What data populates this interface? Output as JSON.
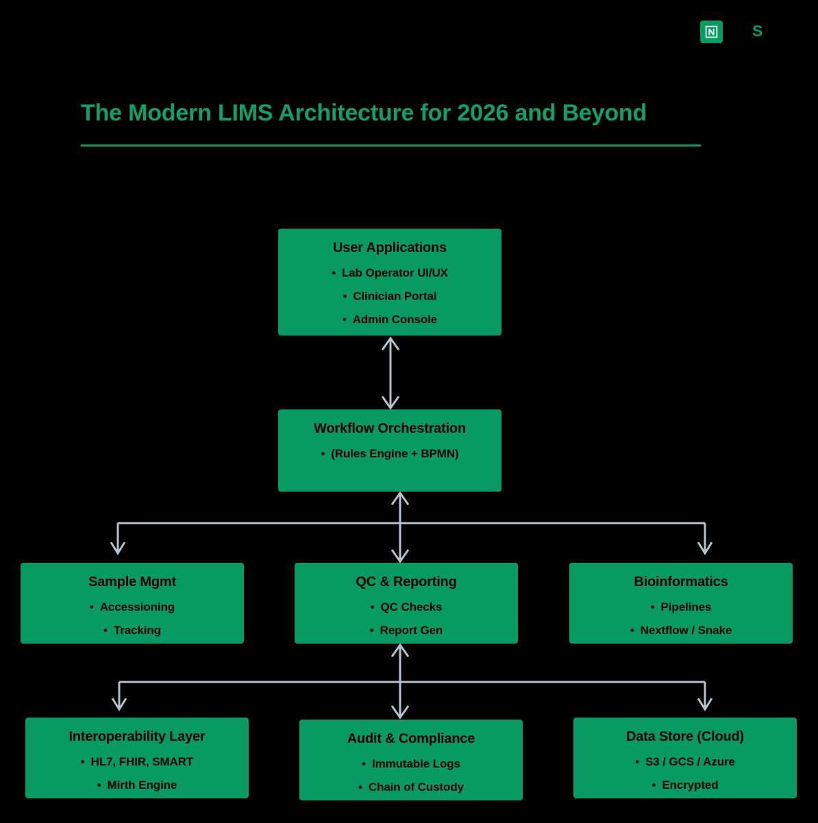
{
  "header": {
    "logo_icon": "notion-n-logo-icon",
    "logo_letter": "S",
    "logo_color": "#089a63"
  },
  "title": {
    "text": "The Modern LIMS Architecture for 2026 and Beyond",
    "color": "#12a06a"
  },
  "diagram": {
    "box_color": "#089a63",
    "connector_color": "#b6c3ce",
    "text_color": "#000000",
    "nodes": [
      {
        "id": "user-applications",
        "title": "User Applications",
        "items": [
          "Lab Operator UI/UX",
          "Clinician Portal",
          "Admin Console"
        ]
      },
      {
        "id": "workflow",
        "title": "Workflow Orchestration",
        "items": [
          "(Rules Engine + BPMN)"
        ]
      },
      {
        "id": "sample-mgmt",
        "title": "Sample Mgmt",
        "items": [
          "Accessioning",
          "Tracking"
        ]
      },
      {
        "id": "qc-reporting",
        "title": "QC & Reporting",
        "items": [
          "QC Checks",
          "Report Gen"
        ]
      },
      {
        "id": "bioinformatics",
        "title": "Bioinformatics",
        "items": [
          "Pipelines",
          "Nextflow / Snake"
        ]
      },
      {
        "id": "interoperability",
        "title": "Interoperability Layer",
        "items": [
          "HL7, FHIR, SMART",
          "Mirth Engine"
        ]
      },
      {
        "id": "audit-compliance",
        "title": "Audit & Compliance",
        "items": [
          "Immutable Logs",
          "Chain of Custody"
        ]
      },
      {
        "id": "data-store",
        "title": "Data Store (Cloud)",
        "items": [
          "S3 / GCS / Azure",
          "Encrypted"
        ]
      }
    ],
    "connectors": [
      {
        "id": "user-apps-to-workflow",
        "type": "double-arrow-vertical"
      },
      {
        "id": "workflow-to-row2-bus",
        "type": "fork-bus"
      },
      {
        "id": "row2-to-row3-bus",
        "type": "fork-bus"
      }
    ]
  }
}
